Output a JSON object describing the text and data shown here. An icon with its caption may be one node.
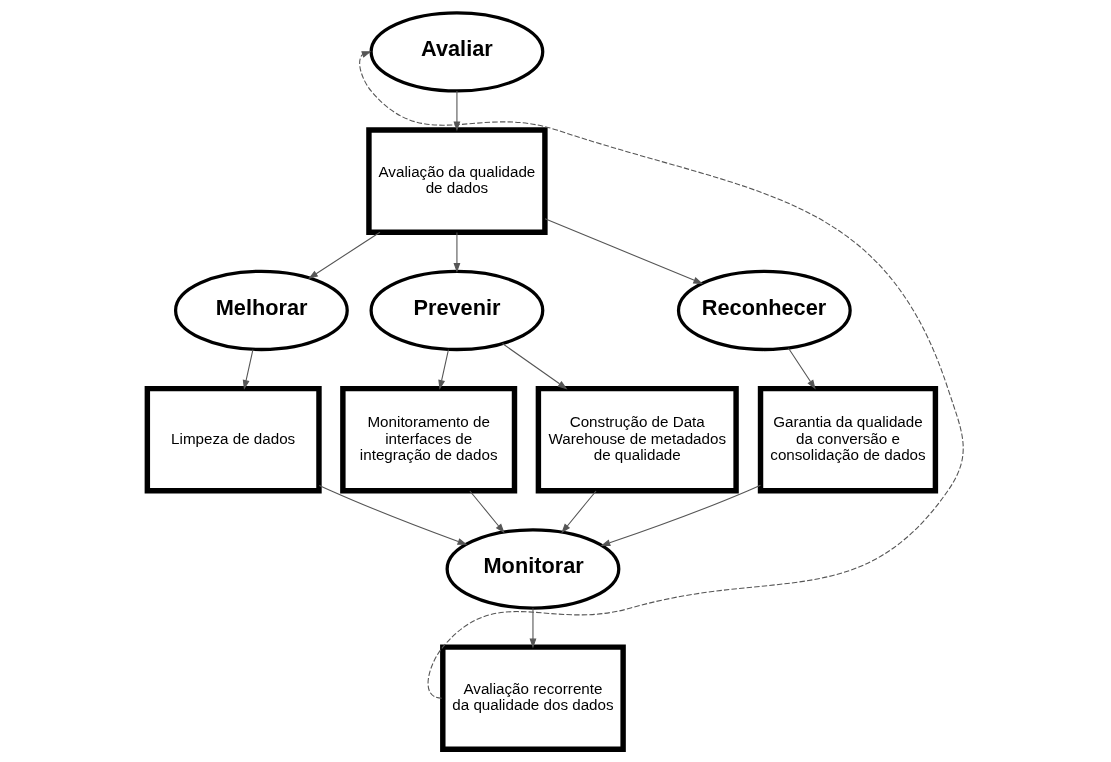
{
  "diagram": {
    "nodes": [
      {
        "text": [
          "Avaliar"
        ]
      },
      {
        "text": [
          "Avaliação da qualidade de dados"
        ]
      },
      {
        "text": [
          "Melhorar"
        ]
      },
      {
        "text": [
          "Prevenir"
        ]
      },
      {
        "text": [
          "Reconhecer"
        ]
      },
      {
        "text": [
          "Limpeza de dados"
        ]
      },
      {
        "text": [
          "Monitoramento de interfaces de integração de dados"
        ]
      },
      {
        "text": [
          "Construção de Data Warehouse de metadados de qualidade"
        ]
      },
      {
        "text": [
          "Garantia da qualidade da conversão e consolidação de dados"
        ]
      },
      {
        "text": [
          "Monitorar"
        ]
      },
      {
        "text": [
          "Avaliação recorrente da qualidade dos dados"
        ]
      }
    ],
    "edges": [
      {
        "from": 0,
        "to": 1,
        "arrow": "to"
      },
      {
        "from": 1,
        "to": 2,
        "arrow": "to"
      },
      {
        "from": 1,
        "to": 3,
        "arrow": "to"
      },
      {
        "from": 1,
        "to": 4,
        "arrow": "to"
      },
      {
        "from": 2,
        "to": 5,
        "arrow": "to"
      },
      {
        "from": 3,
        "to": 6,
        "arrow": "to"
      },
      {
        "from": 3,
        "to": 7,
        "arrow": "to"
      },
      {
        "from": 4,
        "to": 8,
        "arrow": "to"
      },
      {
        "from": 5,
        "to": 9,
        "arrow": "to"
      },
      {
        "from": 6,
        "to": 9,
        "arrow": "to"
      },
      {
        "from": 7,
        "to": 9,
        "arrow": "to"
      },
      {
        "from": 8,
        "to": 9,
        "arrow": "to"
      },
      {
        "from": 9,
        "to": 10,
        "arrow": "to"
      },
      {
        "from": 10,
        "to": 0,
        "arrow": "to",
        "style": "dashed"
      }
    ]
  }
}
